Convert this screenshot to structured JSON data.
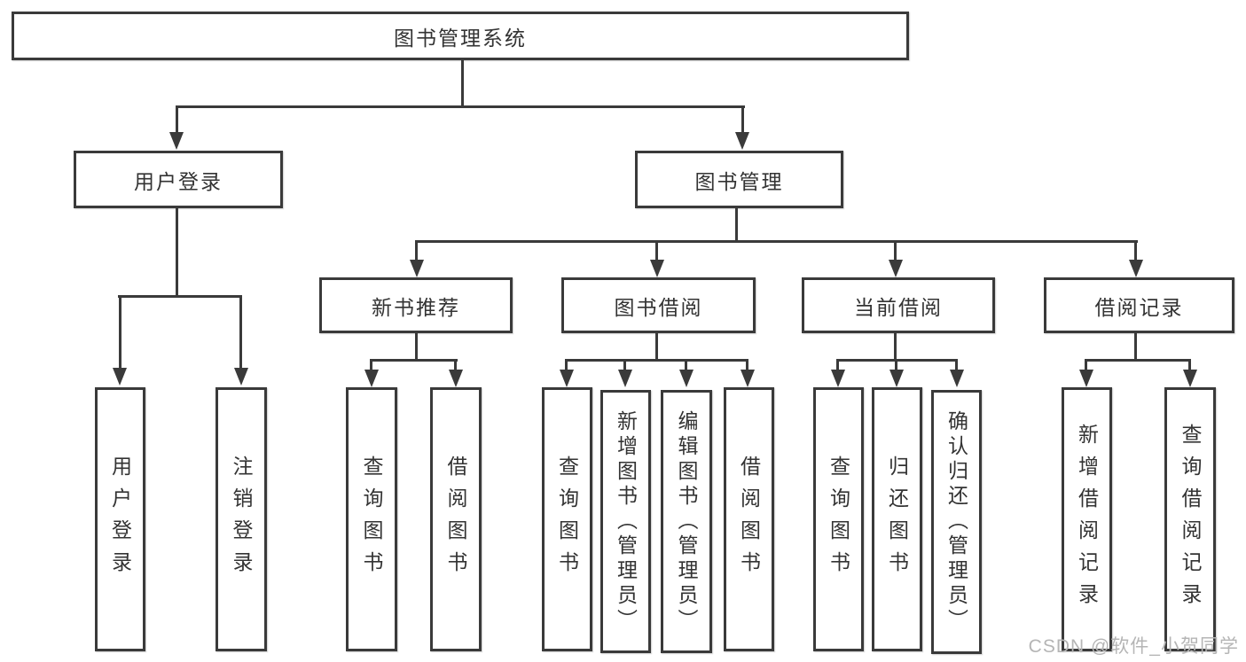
{
  "diagram": {
    "root": {
      "label": "图书管理系统"
    },
    "level2": [
      {
        "label": "用户登录"
      },
      {
        "label": "图书管理"
      }
    ],
    "level3": [
      {
        "label": "新书推荐"
      },
      {
        "label": "图书借阅"
      },
      {
        "label": "当前借阅"
      },
      {
        "label": "借阅记录"
      }
    ],
    "leaves": [
      {
        "label": "用户登录"
      },
      {
        "label": "注销登录"
      },
      {
        "label": "查询图书"
      },
      {
        "label": "借阅图书"
      },
      {
        "label": "查询图书"
      },
      {
        "label": "新增图书（管理员）"
      },
      {
        "label": "编辑图书（管理员）"
      },
      {
        "label": "借阅图书"
      },
      {
        "label": "查询图书"
      },
      {
        "label": "归还图书"
      },
      {
        "label": "确认归还（管理员）"
      },
      {
        "label": "新增借阅记录"
      },
      {
        "label": "查询借阅记录"
      }
    ]
  },
  "watermark": {
    "text": "CSDN @软件_小贺同学"
  },
  "colors": {
    "line": "#3a3a3a",
    "text": "#333333",
    "watermark": "#b5b5b5",
    "background": "#ffffff"
  }
}
